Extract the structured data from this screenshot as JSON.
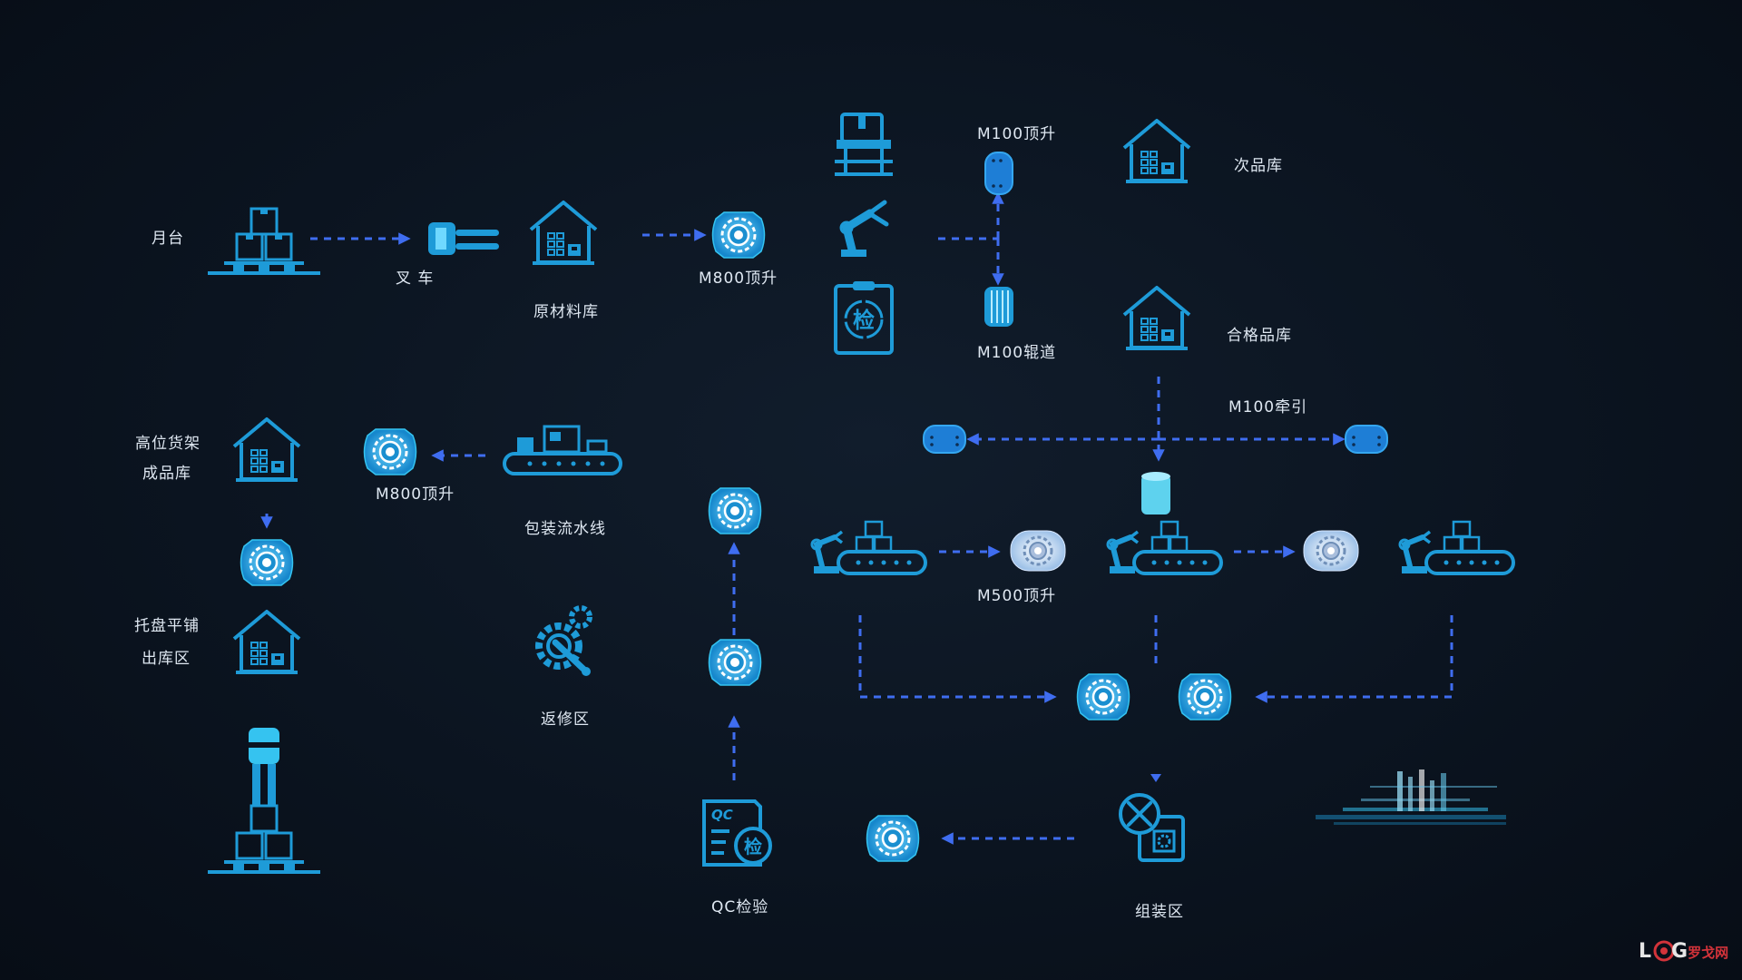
{
  "labels": {
    "yuetai": "月台",
    "forklift": "叉 车",
    "raw_warehouse": "原材料库",
    "m800_top_1": "M800顶升",
    "m100_lift": "M100顶升",
    "defect_warehouse": "次品库",
    "m100_roller": "M100辊道",
    "qualified_warehouse": "合格品库",
    "m100_tow": "M100牵引",
    "high_shelf": "高位货架",
    "finished_warehouse": "成品库",
    "m800_top_2": "M800顶升",
    "packing_line": "包装流水线",
    "pallet_flat": "托盘平铺",
    "outbound_area": "出库区",
    "repair_area": "返修区",
    "m500_lift": "M500顶升",
    "qc_inspection": "QC检验",
    "assembly_area": "组装区"
  },
  "icon_text": {
    "inspect_char": "检",
    "qc_char": "QC"
  },
  "watermark": {
    "prefix": "L",
    "suffix": "G",
    "cn": "罗戈网"
  },
  "colors": {
    "accent": "#1e9bd8",
    "accent_light": "#35c3f0",
    "arrow": "#3f6df0",
    "text": "#dfe8f2",
    "watermark": "#d3333a"
  }
}
